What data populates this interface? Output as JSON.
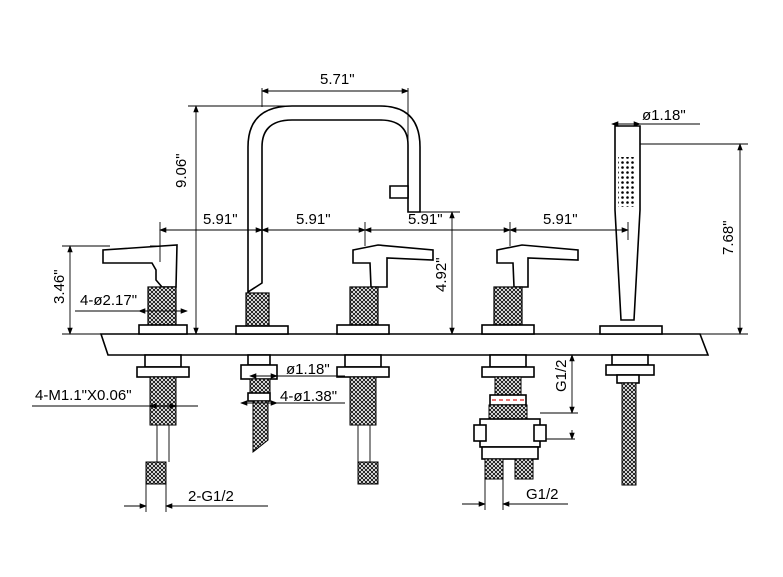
{
  "dimensions": {
    "spout_width": "5.71\"",
    "spout_height": "9.06\"",
    "spacing_1": "5.91\"",
    "spacing_2": "5.91\"",
    "spacing_3": "5.91\"",
    "spacing_4": "5.91\"",
    "spout_reach": "4.92\"",
    "handle_height": "3.46\"",
    "handle_base_dia": "4-ø2.17\"",
    "shank_thread": "4-M1.1\"X0.06\"",
    "shank_dia_small": "ø1.18\"",
    "shank_dia_large": "4-ø1.38\"",
    "inlet_thread": "2-G1/2",
    "diverter_thread_vertical": "G1/2",
    "diverter_thread_bottom": "G1/2",
    "handshower_dia": "ø1.18\"",
    "handshower_height": "7.68\""
  }
}
